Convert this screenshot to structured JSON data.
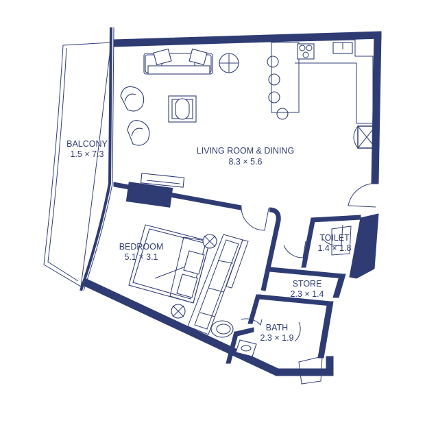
{
  "plan": {
    "accent_color": "#2f3c74",
    "rooms": {
      "balcony": {
        "name": "BALCONY",
        "size": "1.5 × 7.3"
      },
      "living": {
        "name": "LIVING ROOM & DINING",
        "size": "8.3 × 5.6"
      },
      "bedroom": {
        "name": "BEDROOM",
        "size": "5.1 × 3.1"
      },
      "toilet": {
        "name": "TOILET",
        "size": "1.4 × 1.8"
      },
      "store": {
        "name": "STORE",
        "size": "2.3 × 1.4"
      },
      "bath": {
        "name": "BATH",
        "size": "2.3 × 1.9"
      }
    }
  }
}
